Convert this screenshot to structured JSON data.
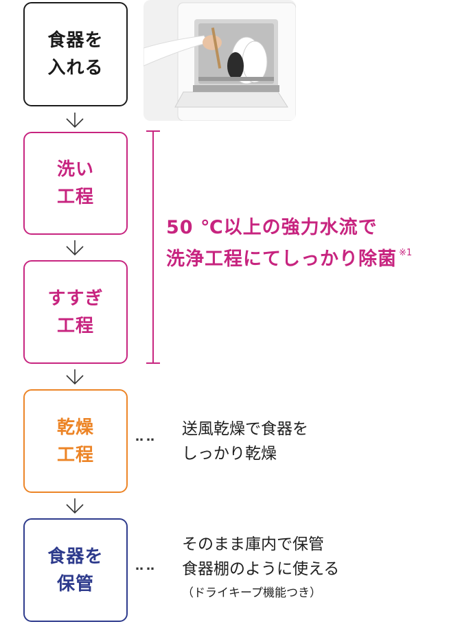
{
  "steps": [
    {
      "line1": "食器を",
      "line2": "入れる",
      "color": "#1a1a1a"
    },
    {
      "line1": "洗い",
      "line2": "工程",
      "color": "#c7247f"
    },
    {
      "line1": "すすぎ",
      "line2": "工程",
      "color": "#c7247f"
    },
    {
      "line1": "乾燥",
      "line2": "工程",
      "color": "#ec8426"
    },
    {
      "line1": "食器を",
      "line2": "保管",
      "color": "#2d3a8c"
    }
  ],
  "wash_rinse_note": {
    "line1": "50 ℃以上の強力水流で",
    "line2": "洗浄工程にてしっかり除菌",
    "footnote": "※1",
    "color": "#c7247f"
  },
  "dry_note": {
    "dots": "‥‥",
    "line1": "送風乾燥で食器を",
    "line2": "しっかり乾燥"
  },
  "store_note": {
    "dots": "‥‥",
    "line1": "そのまま庫内で保管",
    "line2": "食器棚のように使える",
    "line3": "（ドライキープ機能つき）"
  },
  "icons": {
    "arrow": "chevron-down-arrow-icon",
    "photo": "dishwasher-loading-photo"
  }
}
